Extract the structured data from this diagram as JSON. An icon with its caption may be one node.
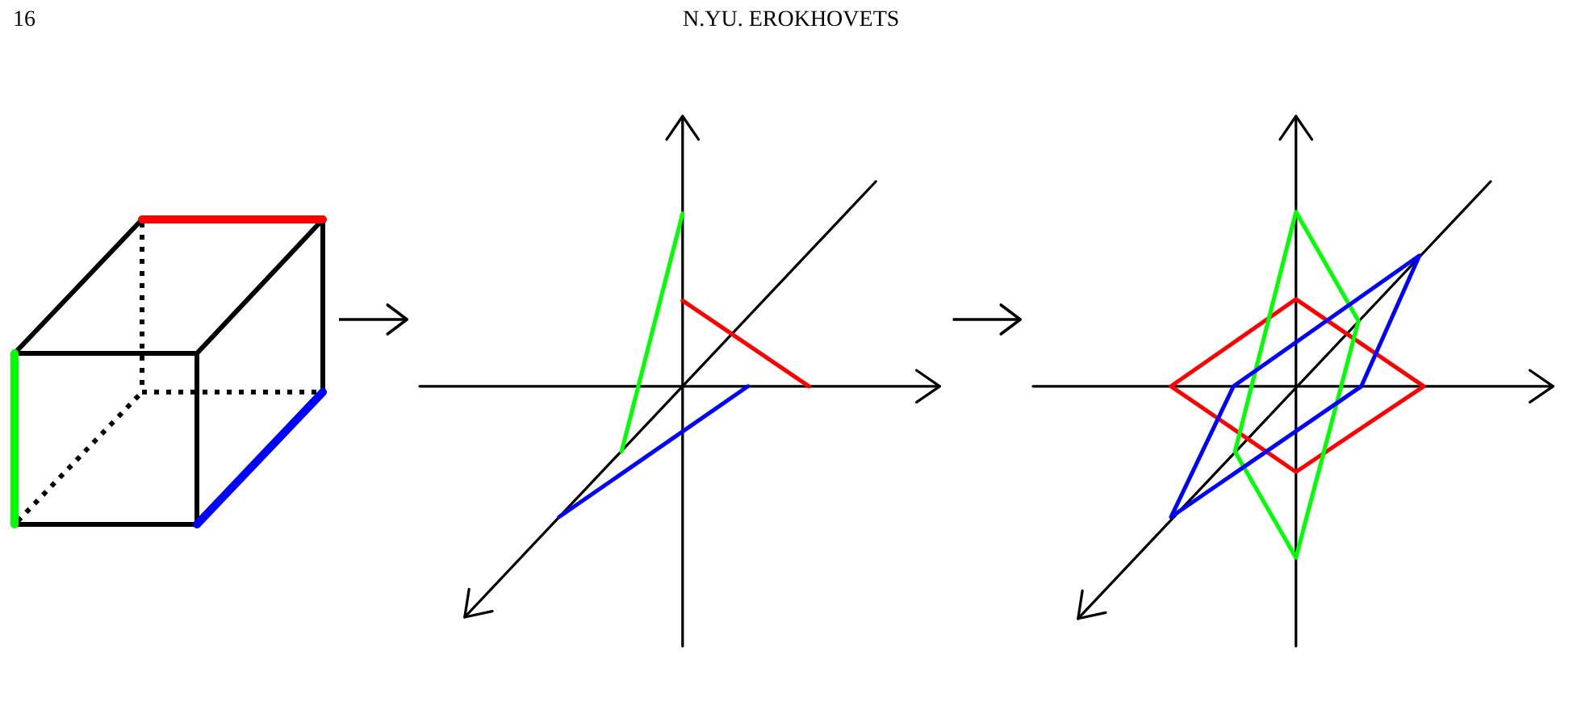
{
  "diagram": {
    "nodes": [
      {
        "text": [],
        "shape": "picture"
      },
      {
        "text": [],
        "shape": "picture"
      },
      {
        "text": [],
        "shape": "picture"
      }
    ],
    "edges": [
      {
        "from": 0,
        "to": 1,
        "arrow": "to"
      },
      {
        "from": 1,
        "to": 2,
        "arrow": "to"
      }
    ],
    "labels": [
      "16",
      "N.YU. EROKHOVETS"
    ]
  }
}
